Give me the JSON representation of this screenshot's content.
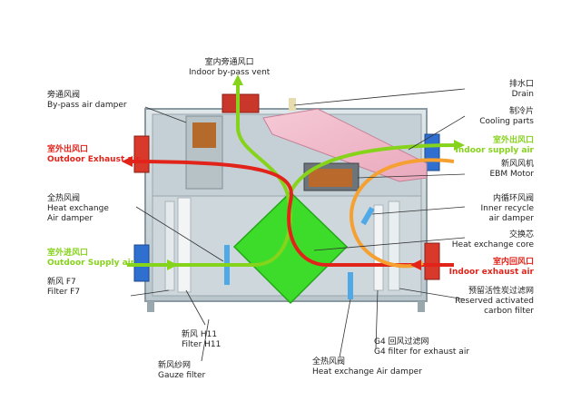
{
  "colors": {
    "exhaust_red": "#e2231a",
    "fresh_green": "#86d31c",
    "supply_orange": "#f5a030",
    "core_green": "#3ddc2a",
    "casing": "#cfd8dc",
    "duct_blue": "#2f6fd0"
  },
  "labels": {
    "bypass_vent": {
      "cn": "室内旁通风口",
      "en": "Indoor by-pass vent"
    },
    "bypass_damper": {
      "cn": "旁通风阀",
      "en": "By-pass air damper"
    },
    "outdoor_exhaust": {
      "cn": "室外出风口",
      "en": "Outdoor Exhaust air"
    },
    "heat_exchange_damper": {
      "cn": "全热风阀",
      "en1": "Heat exchange",
      "en2": "Air damper"
    },
    "outdoor_supply": {
      "cn": "室外进风口",
      "en": "Outdoor Supply air"
    },
    "filter_f7": {
      "cn": "新风 F7",
      "en": "Filter F7"
    },
    "filter_h11": {
      "cn": "新风 H11",
      "en": "Filter H11"
    },
    "gauze_filter": {
      "cn": "新风纱网",
      "en": "Gauze filter"
    },
    "heat_exchange_damper_bottom": {
      "cn": "全热风阀",
      "en": "Heat exchange Air damper"
    },
    "g4_filter": {
      "cn": "G4 回风过滤网",
      "en": "G4 filter for exhaust air"
    },
    "drain": {
      "cn": "排水口",
      "en": "Drain"
    },
    "cooling_parts": {
      "cn": "制冷片",
      "en": "Cooling parts"
    },
    "indoor_supply": {
      "cn": "室外出风口",
      "en": "Indoor supply air"
    },
    "ebm_motor": {
      "cn": "新风风机",
      "en": "EBM Motor"
    },
    "inner_recycle": {
      "cn": "内循环风阀",
      "en1": "Inner recycle",
      "en2": "air damper"
    },
    "heat_exchange_core": {
      "cn": "交换芯",
      "en": "Heat exchange core"
    },
    "indoor_exhaust": {
      "cn": "室内回风口",
      "en": "Indoor exhaust air"
    },
    "activated_carbon": {
      "cn": "预留活性炭过滤网",
      "en1": "Reserved activated",
      "en2": "carbon filter"
    }
  }
}
